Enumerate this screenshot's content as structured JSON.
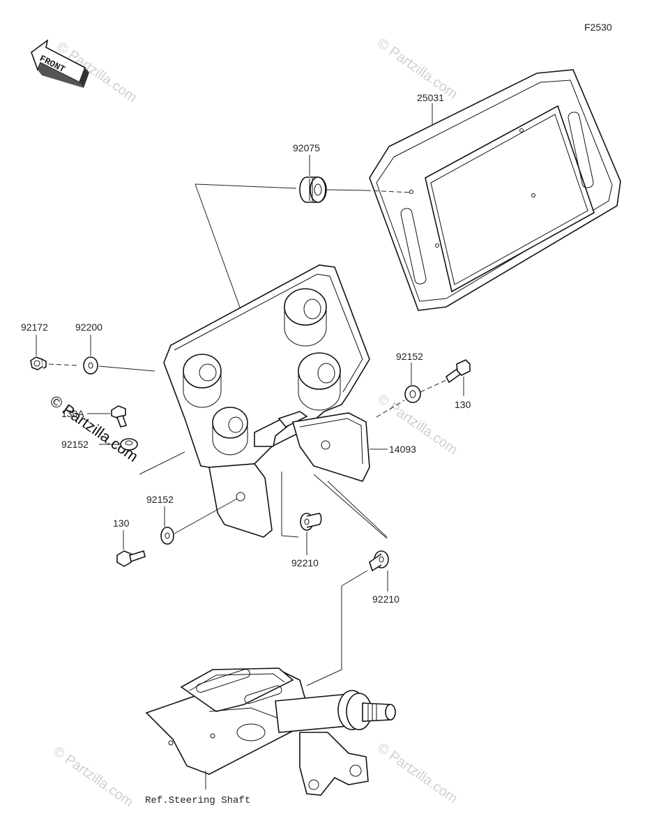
{
  "figure_code": "F2530",
  "front_label": "FRONT",
  "reference_label": "Ref.Steering Shaft",
  "watermark": "© Partzilla.com",
  "part_labels": {
    "meter_assy": "25031",
    "damper_top": "92075",
    "nut": "92172",
    "washer": "92200",
    "collar_right": "92152",
    "bolt_right": "130",
    "collar_left": "92152",
    "bolt_left_a": "130A",
    "bracket": "14093",
    "collar_lower": "92152",
    "bolt_lower": "130",
    "damper_mid": "92210",
    "damper_low": "92210"
  }
}
